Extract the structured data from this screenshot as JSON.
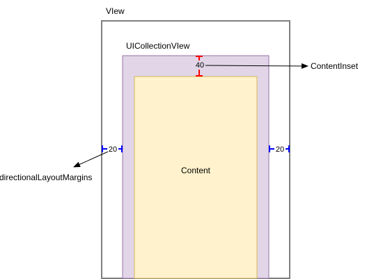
{
  "labels": {
    "view": "VIew",
    "collection_view": "UICollectionVIew",
    "content": "Content",
    "content_inset_label": "ContentInset",
    "margins_label": "directionalLayoutMargins"
  },
  "measurements": {
    "top_inset": "40",
    "left_margin": "20",
    "right_margin": "20"
  },
  "colors": {
    "view_border": "#7f7f7f",
    "collection_fill": "#e1d5e7",
    "collection_border": "#9673a6",
    "content_fill": "#fff2cc",
    "content_border": "#d6b656",
    "inset_marker": "#ff0000",
    "margin_marker": "#0000ff",
    "arrow": "#000000"
  },
  "icons": {
    "inset_dimension": "red-dimension-marker-icon",
    "margin_dimension": "blue-dimension-marker-icon",
    "arrowhead": "arrowhead-icon"
  }
}
